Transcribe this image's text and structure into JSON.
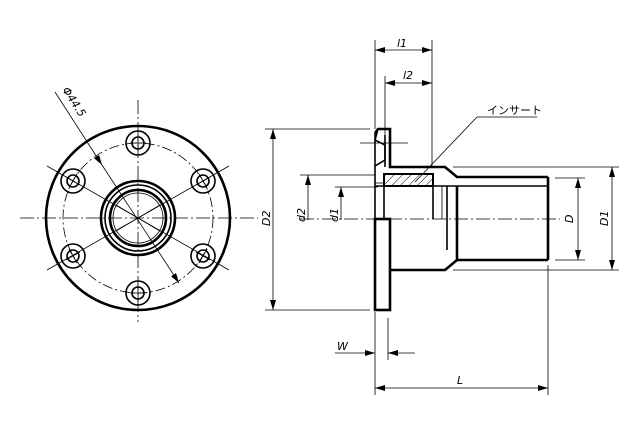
{
  "front_view": {
    "pcd_label": "Φ44.5"
  },
  "side_view": {
    "insert_label": "インサート",
    "dims": {
      "l1": "l1",
      "l2": "l2",
      "D2": "D2",
      "d2": "d2",
      "d1": "d1",
      "D": "D",
      "D1": "D1",
      "W": "W",
      "L": "L"
    }
  }
}
